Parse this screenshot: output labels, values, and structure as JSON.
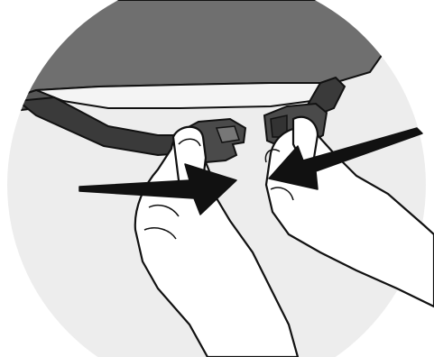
{
  "illustration": {
    "subject": "buckle-connection-instruction",
    "icons": [
      "helmet-shell",
      "chin-strap",
      "buckle-male",
      "buckle-female",
      "left-hand",
      "right-hand",
      "push-arrow-right",
      "push-arrow-left"
    ],
    "colors": {
      "background": "#ffffff",
      "circle_backdrop": "#ededed",
      "helmet_shell": "#6f6f6f",
      "helmet_rim": "#f2f2f2",
      "strap": "#3a3a3a",
      "buckle": "#4a4a4a",
      "skin": "#ffffff",
      "outline": "#111111",
      "arrow": "#111111"
    }
  }
}
